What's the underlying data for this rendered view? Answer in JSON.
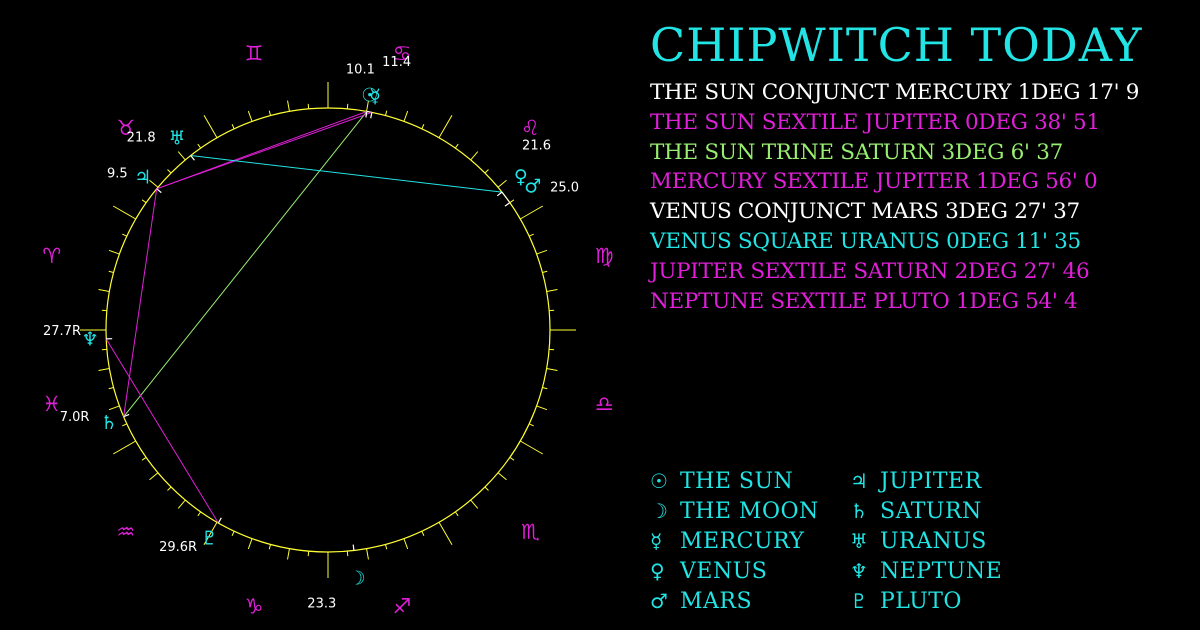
{
  "title": "CHIPWITCH TODAY",
  "colors": {
    "background": "#000000",
    "cyan": "#22e4e4",
    "magenta": "#e020d8",
    "white": "#ffffff",
    "green": "#98ee70",
    "wheel": "#ffff33"
  },
  "aspects": [
    {
      "text": "THE SUN CONJUNCT MERCURY 1DEG 17' 9",
      "color": "#ffffff"
    },
    {
      "text": "THE SUN SEXTILE JUPITER 0DEG 38' 51",
      "color": "#e020d8"
    },
    {
      "text": "THE SUN TRINE SATURN 3DEG 6' 37",
      "color": "#98ee70"
    },
    {
      "text": "MERCURY SEXTILE JUPITER 1DEG 56' 0",
      "color": "#e020d8"
    },
    {
      "text": "VENUS CONJUNCT MARS 3DEG 27' 37",
      "color": "#ffffff"
    },
    {
      "text": "VENUS SQUARE URANUS 0DEG 11' 35",
      "color": "#22e4e4"
    },
    {
      "text": "JUPITER SEXTILE SATURN 2DEG 27' 46",
      "color": "#e020d8"
    },
    {
      "text": "NEPTUNE SEXTILE PLUTO 1DEG 54' 4",
      "color": "#e020d8"
    }
  ],
  "legend": [
    {
      "glyph": "☉",
      "label": "THE SUN",
      "icon": "sun-icon"
    },
    {
      "glyph": "☽",
      "label": "THE MOON",
      "icon": "moon-icon"
    },
    {
      "glyph": "☿",
      "label": "MERCURY",
      "icon": "mercury-icon"
    },
    {
      "glyph": "♀",
      "label": "VENUS",
      "icon": "venus-icon"
    },
    {
      "glyph": "♂",
      "label": "MARS",
      "icon": "mars-icon"
    },
    {
      "glyph": "♃",
      "label": "JUPITER",
      "icon": "jupiter-icon"
    },
    {
      "glyph": "♄",
      "label": "SATURN",
      "icon": "saturn-icon"
    },
    {
      "glyph": "♅",
      "label": "URANUS",
      "icon": "uranus-icon"
    },
    {
      "glyph": "♆",
      "label": "NEPTUNE",
      "icon": "neptune-icon"
    },
    {
      "glyph": "♇",
      "label": "PLUTO",
      "icon": "pluto-icon"
    }
  ],
  "zodiac": [
    {
      "glyph": "♈",
      "name": "aries"
    },
    {
      "glyph": "♉",
      "name": "taurus"
    },
    {
      "glyph": "♊",
      "name": "gemini"
    },
    {
      "glyph": "♋",
      "name": "cancer"
    },
    {
      "glyph": "♌",
      "name": "leo"
    },
    {
      "glyph": "♍",
      "name": "virgo"
    },
    {
      "glyph": "♎",
      "name": "libra"
    },
    {
      "glyph": "♏",
      "name": "scorpio"
    },
    {
      "glyph": "♐",
      "name": "sagittarius"
    },
    {
      "glyph": "♑",
      "name": "capricorn"
    },
    {
      "glyph": "♒",
      "name": "aquarius"
    },
    {
      "glyph": "♓",
      "name": "pisces"
    }
  ],
  "planets": [
    {
      "name": "sun",
      "glyph": "☉",
      "degree": "10.1",
      "longitude": 100.1
    },
    {
      "name": "moon",
      "glyph": "☽",
      "degree": "23.3",
      "longitude": 263.3
    },
    {
      "name": "mercury",
      "glyph": "☿",
      "degree": "11.4",
      "longitude": 101.4
    },
    {
      "name": "venus",
      "glyph": "♀",
      "degree": "21.6",
      "longitude": 141.6
    },
    {
      "name": "mars",
      "glyph": "♂",
      "degree": "25.0",
      "longitude": 145.0
    },
    {
      "name": "jupiter",
      "glyph": "♃",
      "degree": "9.5",
      "longitude": 39.5
    },
    {
      "name": "saturn",
      "glyph": "♄",
      "degree": "7.0R",
      "longitude": 337.0
    },
    {
      "name": "uranus",
      "glyph": "♅",
      "degree": "21.8",
      "longitude": 51.8
    },
    {
      "name": "neptune",
      "glyph": "♆",
      "degree": "27.7R",
      "longitude": 357.7
    },
    {
      "name": "pluto",
      "glyph": "♇",
      "degree": "29.6R",
      "longitude": 299.6
    }
  ]
}
